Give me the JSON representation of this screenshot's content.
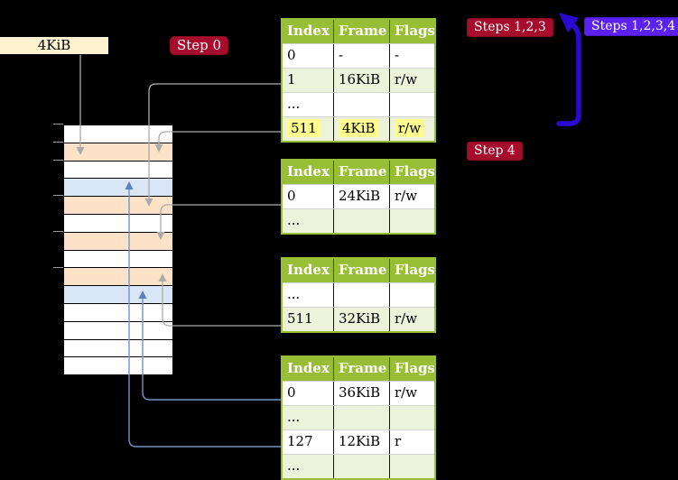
{
  "colors": {
    "background": "#000000",
    "table_header_green": "#98be35",
    "table_alt_row_green": "#edf3da",
    "highlight_yellow": "#fdfa8e",
    "badge_red": "#a60d2c",
    "badge_purple": "#5b21ee",
    "big_arrow_blue": "#2a0ad2",
    "connector_gray": "#ababab",
    "connector_blue": "#7591c6",
    "frame_peach": "#fce3c8",
    "frame_blue": "#d9e6f6",
    "size_box_cream": "#fdf2cf"
  },
  "labels": {
    "page_size_box": "4KiB",
    "step0_badge": "Step 0",
    "steps123_badge": "Steps 1,2,3",
    "steps1234_badge": "Steps 1,2,3,4",
    "step4_badge": "Step 4"
  },
  "page_tables": [
    {
      "headers": [
        "Index",
        "Frame",
        "Flags"
      ],
      "rows": [
        [
          "0",
          "-",
          "-"
        ],
        [
          "1",
          "16KiB",
          "r/w"
        ],
        [
          "...",
          "",
          ""
        ],
        [
          "511",
          "4KiB",
          "r/w"
        ]
      ],
      "highlighted_row": 3
    },
    {
      "headers": [
        "Index",
        "Frame",
        "Flags"
      ],
      "rows": [
        [
          "0",
          "24KiB",
          "r/w"
        ],
        [
          "...",
          "",
          ""
        ]
      ]
    },
    {
      "headers": [
        "Index",
        "Frame",
        "Flags"
      ],
      "rows": [
        [
          "...",
          "",
          ""
        ],
        [
          "511",
          "32KiB",
          "r/w"
        ]
      ]
    },
    {
      "headers": [
        "Index",
        "Frame",
        "Flags"
      ],
      "rows": [
        [
          "0",
          "36KiB",
          "r/w"
        ],
        [
          "...",
          "",
          ""
        ],
        [
          "127",
          "12KiB",
          "r"
        ],
        [
          "...",
          "",
          ""
        ]
      ]
    }
  ],
  "memory_stack": {
    "frame_colors_top_to_bottom": [
      "white",
      "peach",
      "white",
      "blue",
      "peach",
      "white",
      "peach",
      "white",
      "peach",
      "blue",
      "white",
      "white",
      "white",
      "white"
    ]
  },
  "connections": [
    {
      "from": "4KiB-size-label",
      "to": "memory-frame-2",
      "color": "gray"
    },
    {
      "from": "table-1-row-1-frame-16KiB",
      "to": "memory-frame-5",
      "color": "gray"
    },
    {
      "from": "table-1-row-511-frame-4KiB",
      "to": "memory-frame-2",
      "color": "gray"
    },
    {
      "from": "table-2-row-0-frame-24KiB",
      "to": "memory-frame-7",
      "color": "gray"
    },
    {
      "from": "table-3-row-511-frame-32KiB",
      "to": "memory-frame-9",
      "color": "gray"
    },
    {
      "from": "table-4-row-0-frame-36KiB",
      "to": "memory-frame-10",
      "color": "blue"
    },
    {
      "from": "table-4-row-127-frame-12KiB",
      "to": "memory-frame-4",
      "color": "blue"
    },
    {
      "from": "table-4-area",
      "to": "table-1-area",
      "color": "big-blue-arrow"
    }
  ]
}
